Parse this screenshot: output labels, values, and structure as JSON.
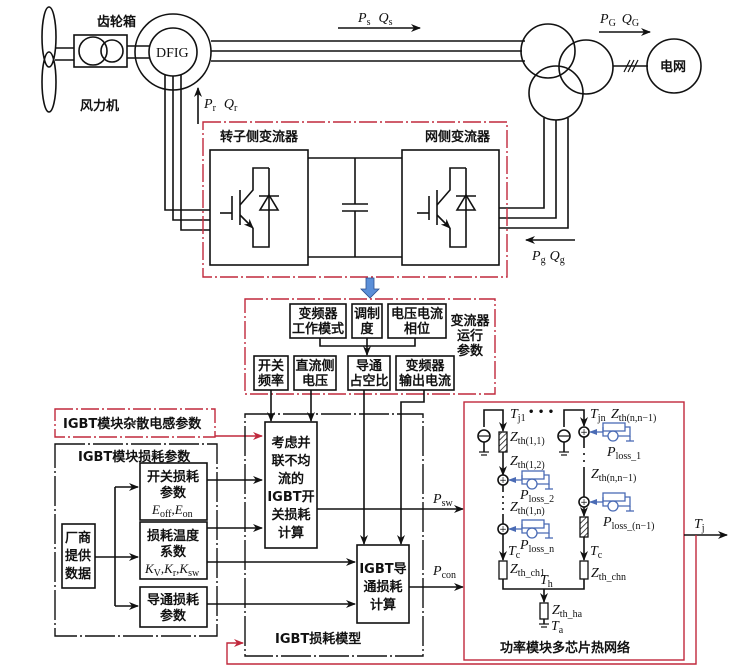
{
  "top": {
    "wind_turbine": "风力机",
    "gearbox": "齿轮箱",
    "generator": "DFIG",
    "grid": "电网",
    "flow_stator": {
      "P": "P",
      "P_sub": "s",
      "Q": "Q",
      "Q_sub": "s"
    },
    "flow_grid": {
      "P": "P",
      "P_sub": "G",
      "Q": "Q",
      "Q_sub": "G"
    },
    "flow_rotor": {
      "P": "P",
      "P_sub": "r",
      "Q": "Q",
      "Q_sub": "r"
    },
    "flow_gridside": {
      "P": "P",
      "P_sub": "g",
      "Q": "Q",
      "Q_sub": "g"
    }
  },
  "converter": {
    "rotor_side": "转子侧变流器",
    "grid_side": "网侧变流器"
  },
  "params": {
    "group_label": [
      "变流器",
      "运行",
      "参数"
    ],
    "top_boxes": [
      {
        "lines": [
          "变频器",
          "工作模式"
        ]
      },
      {
        "lines": [
          "调制",
          "度"
        ]
      },
      {
        "lines": [
          "电压电流",
          "相位"
        ]
      }
    ],
    "bottom_boxes": [
      {
        "lines": [
          "开关",
          "频率"
        ]
      },
      {
        "lines": [
          "直流侧",
          "电压"
        ]
      },
      {
        "lines": [
          "导通",
          "占空比"
        ]
      },
      {
        "lines": [
          "变频器",
          "输出电流"
        ]
      }
    ]
  },
  "left": {
    "stray_params": "IGBT模块杂散电感参数",
    "loss_params_title": "IGBT模块损耗参数",
    "vendor_data": [
      "厂商",
      "提供",
      "数据"
    ],
    "switch_loss": {
      "lines": [
        "开关损耗",
        "参数"
      ],
      "formula": "E_off,E_on"
    },
    "temp_coef": {
      "lines": [
        "损耗温度",
        "系数"
      ],
      "formula": "K_V,K_r,K_sw"
    },
    "cond_loss": {
      "lines": [
        "导通损耗",
        "参数"
      ]
    }
  },
  "model": {
    "title": "IGBT损耗模型",
    "switch_calc": [
      "考虑并",
      "联不均",
      "流的",
      "IGBT开",
      "关损耗",
      "计算"
    ],
    "cond_calc": [
      "IGBT导",
      "通损耗",
      "计算"
    ],
    "out_sw": {
      "P": "P",
      "sub": "sw"
    },
    "out_con": {
      "P": "P",
      "sub": "con"
    }
  },
  "thermal": {
    "title": "功率模块多芯片热网络",
    "Tj1": {
      "T": "T",
      "sub": "j1"
    },
    "Tjn": {
      "T": "T",
      "sub": "jn"
    },
    "ellipsis": "• • •",
    "Zth11": {
      "Z": "Z",
      "sub": "th(1,1)"
    },
    "Zth12": {
      "Z": "Z",
      "sub": "th(1,2)"
    },
    "Zth1n": {
      "Z": "Z",
      "sub": "th(1,n)"
    },
    "Zthnn1_top": {
      "Z": "Z",
      "sub": "th(n,n−1)"
    },
    "Zthnn1_mid": {
      "Z": "Z",
      "sub": "th(n,n−1)"
    },
    "Ploss1": {
      "P": "P",
      "sub": "loss_1"
    },
    "Ploss2": {
      "P": "P",
      "sub": "loss_2"
    },
    "Plossn": {
      "P": "P",
      "sub": "loss_n"
    },
    "Plossn1": {
      "P": "P",
      "sub": "loss_(n−1)"
    },
    "Tc_left": {
      "T": "T",
      "sub": "c"
    },
    "Tc_right": {
      "T": "T",
      "sub": "c"
    },
    "Zthch1": {
      "Z": "Z",
      "sub": "th_ch1"
    },
    "Zthchn": {
      "Z": "Z",
      "sub": "th_chn"
    },
    "Th": {
      "T": "T",
      "sub": "h"
    },
    "Zthha": {
      "Z": "Z",
      "sub": "th_ha"
    },
    "Ta": {
      "T": "T",
      "sub": "a"
    },
    "Tj_out": {
      "T": "T",
      "sub": "j"
    }
  },
  "colors": {
    "red": "#c0283c",
    "blue_arrow": "#5b8fd8",
    "blue_circuit": "#4a6bb5"
  }
}
